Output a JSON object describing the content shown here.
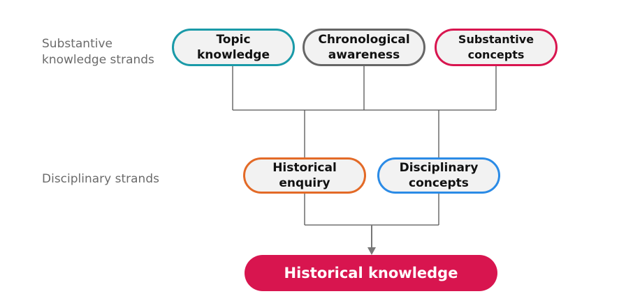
{
  "rows": {
    "substantive_label": "Substantive\nknowledge strands",
    "disciplinary_label": "Disciplinary strands"
  },
  "nodes": {
    "topic": {
      "line1": "Topic",
      "line2": "knowledge",
      "color": "#1a9aa8"
    },
    "chronological": {
      "line1": "Chronological",
      "line2": "awareness",
      "color": "#666666"
    },
    "substantive": {
      "line1": "Substantive",
      "line2": "concepts",
      "color": "#d8154f"
    },
    "enquiry": {
      "line1": "Historical",
      "line2": "enquiry",
      "color": "#e36a27"
    },
    "disciplinary": {
      "line1": "Disciplinary",
      "line2": "concepts",
      "color": "#2b8be6"
    }
  },
  "result": {
    "label": "Historical knowledge",
    "color": "#d8154f"
  }
}
